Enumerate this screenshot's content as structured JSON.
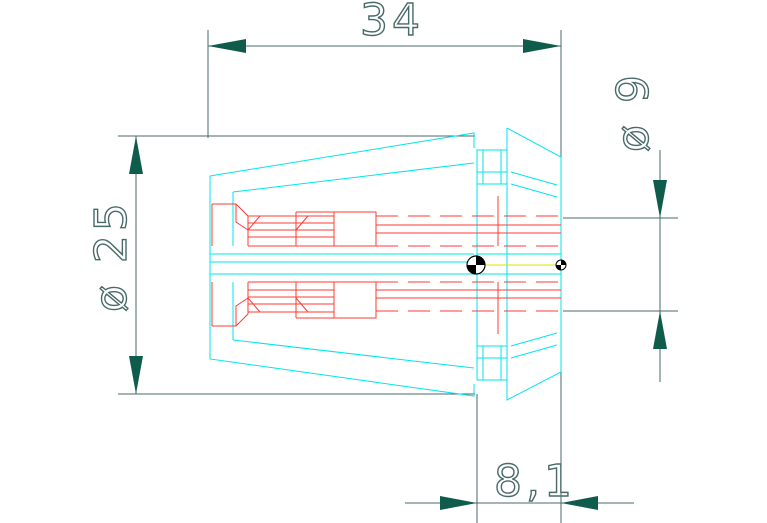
{
  "drawing": {
    "dimensions": {
      "overall_length": "34",
      "outer_diameter": "ø 25",
      "bore_diameter": "ø 9",
      "nose_length": "8,1"
    },
    "colors": {
      "background": "#ffffff",
      "outline": "#00e5ee",
      "hidden_lines": "#ff3b30",
      "dimension_lines": "#4a6a6a",
      "arrows": "#0f5c4d",
      "axis_marker": "#e0e000"
    }
  }
}
